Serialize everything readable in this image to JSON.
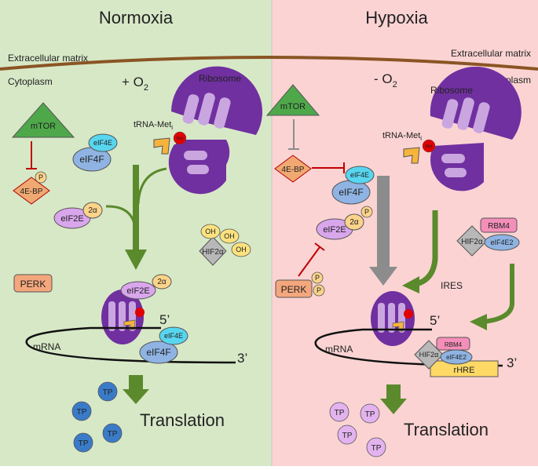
{
  "panels": {
    "left_title": "Normoxia",
    "right_title": "Hypoxia",
    "left_bg": "#d7e8c7",
    "right_bg": "#fbd3d3"
  },
  "membrane": {
    "extracellular_left": "Extracellular matrix",
    "extracellular_right": "Extracellular matrix",
    "cytoplasm_left": "Cytoplasm",
    "cytoplasm_right": "Cytoplasm",
    "color": "#8a5524"
  },
  "normoxia": {
    "oxygen": "+ O",
    "oxygen_sub": "2",
    "ribosome": "Ribosome",
    "trna": "tRNA-Met",
    "trna_sub": "i",
    "met": "Met",
    "mtor": "mTOR",
    "p": "P",
    "four_ebp": "4E-BP",
    "eif4e": "eIF4E",
    "eif4f": "eIF4F",
    "eif2e": "eIF2E",
    "two_alpha": "2α",
    "perk": "PERK",
    "oh": "OH",
    "hif2a": "HIF2α",
    "eif2e_b": "eIF2E",
    "two_alpha_b": "2α",
    "five_prime": "5’",
    "three_prime": "3’",
    "mrna": "mRNA",
    "eif4e_b": "eIF4E",
    "eif4f_b": "eIF4F",
    "tp": "TP",
    "translation": "Translation"
  },
  "hypoxia": {
    "oxygen": "- O",
    "oxygen_sub": "2",
    "ribosome": "Ribosome",
    "trna": "tRNA-Met",
    "trna_sub": "i",
    "met": "Met",
    "mtor": "mTOR",
    "four_ebp": "4E-BP",
    "eif4e": "eIF4E",
    "eif4f": "eIF4F",
    "eif2e": "eIF2E",
    "two_alpha": "2α",
    "p": "P",
    "perk": "PERK",
    "rbm4": "RBM4",
    "hif2a": "HIF2α",
    "eif4e2": "eIF4E2",
    "ires": "IRES",
    "five_prime": "5’",
    "three_prime": "3’",
    "mrna": "mRNA",
    "rhre": "rHRE",
    "tp": "TP",
    "translation": "Translation"
  },
  "colors": {
    "ribosome": "#7030a0",
    "ribosome_light": "#c9a6df",
    "mtor": "#4ea84a",
    "four_ebp": "#f0a972",
    "eif4e": "#58d6f0",
    "eif4f": "#8fb4e3",
    "eif2e": "#d9a6ec",
    "two_alpha": "#fbd48a",
    "perk": "#f4a77c",
    "hif": "#b8b8b8",
    "oh": "#fbe27f",
    "rbm4": "#f48fb9",
    "rhre": "#ffd966",
    "tp_left": "#3a7bc8",
    "tp_right": "#e3b3ef",
    "arrow": "#5a8a2c",
    "inhibit": "#c00000"
  }
}
